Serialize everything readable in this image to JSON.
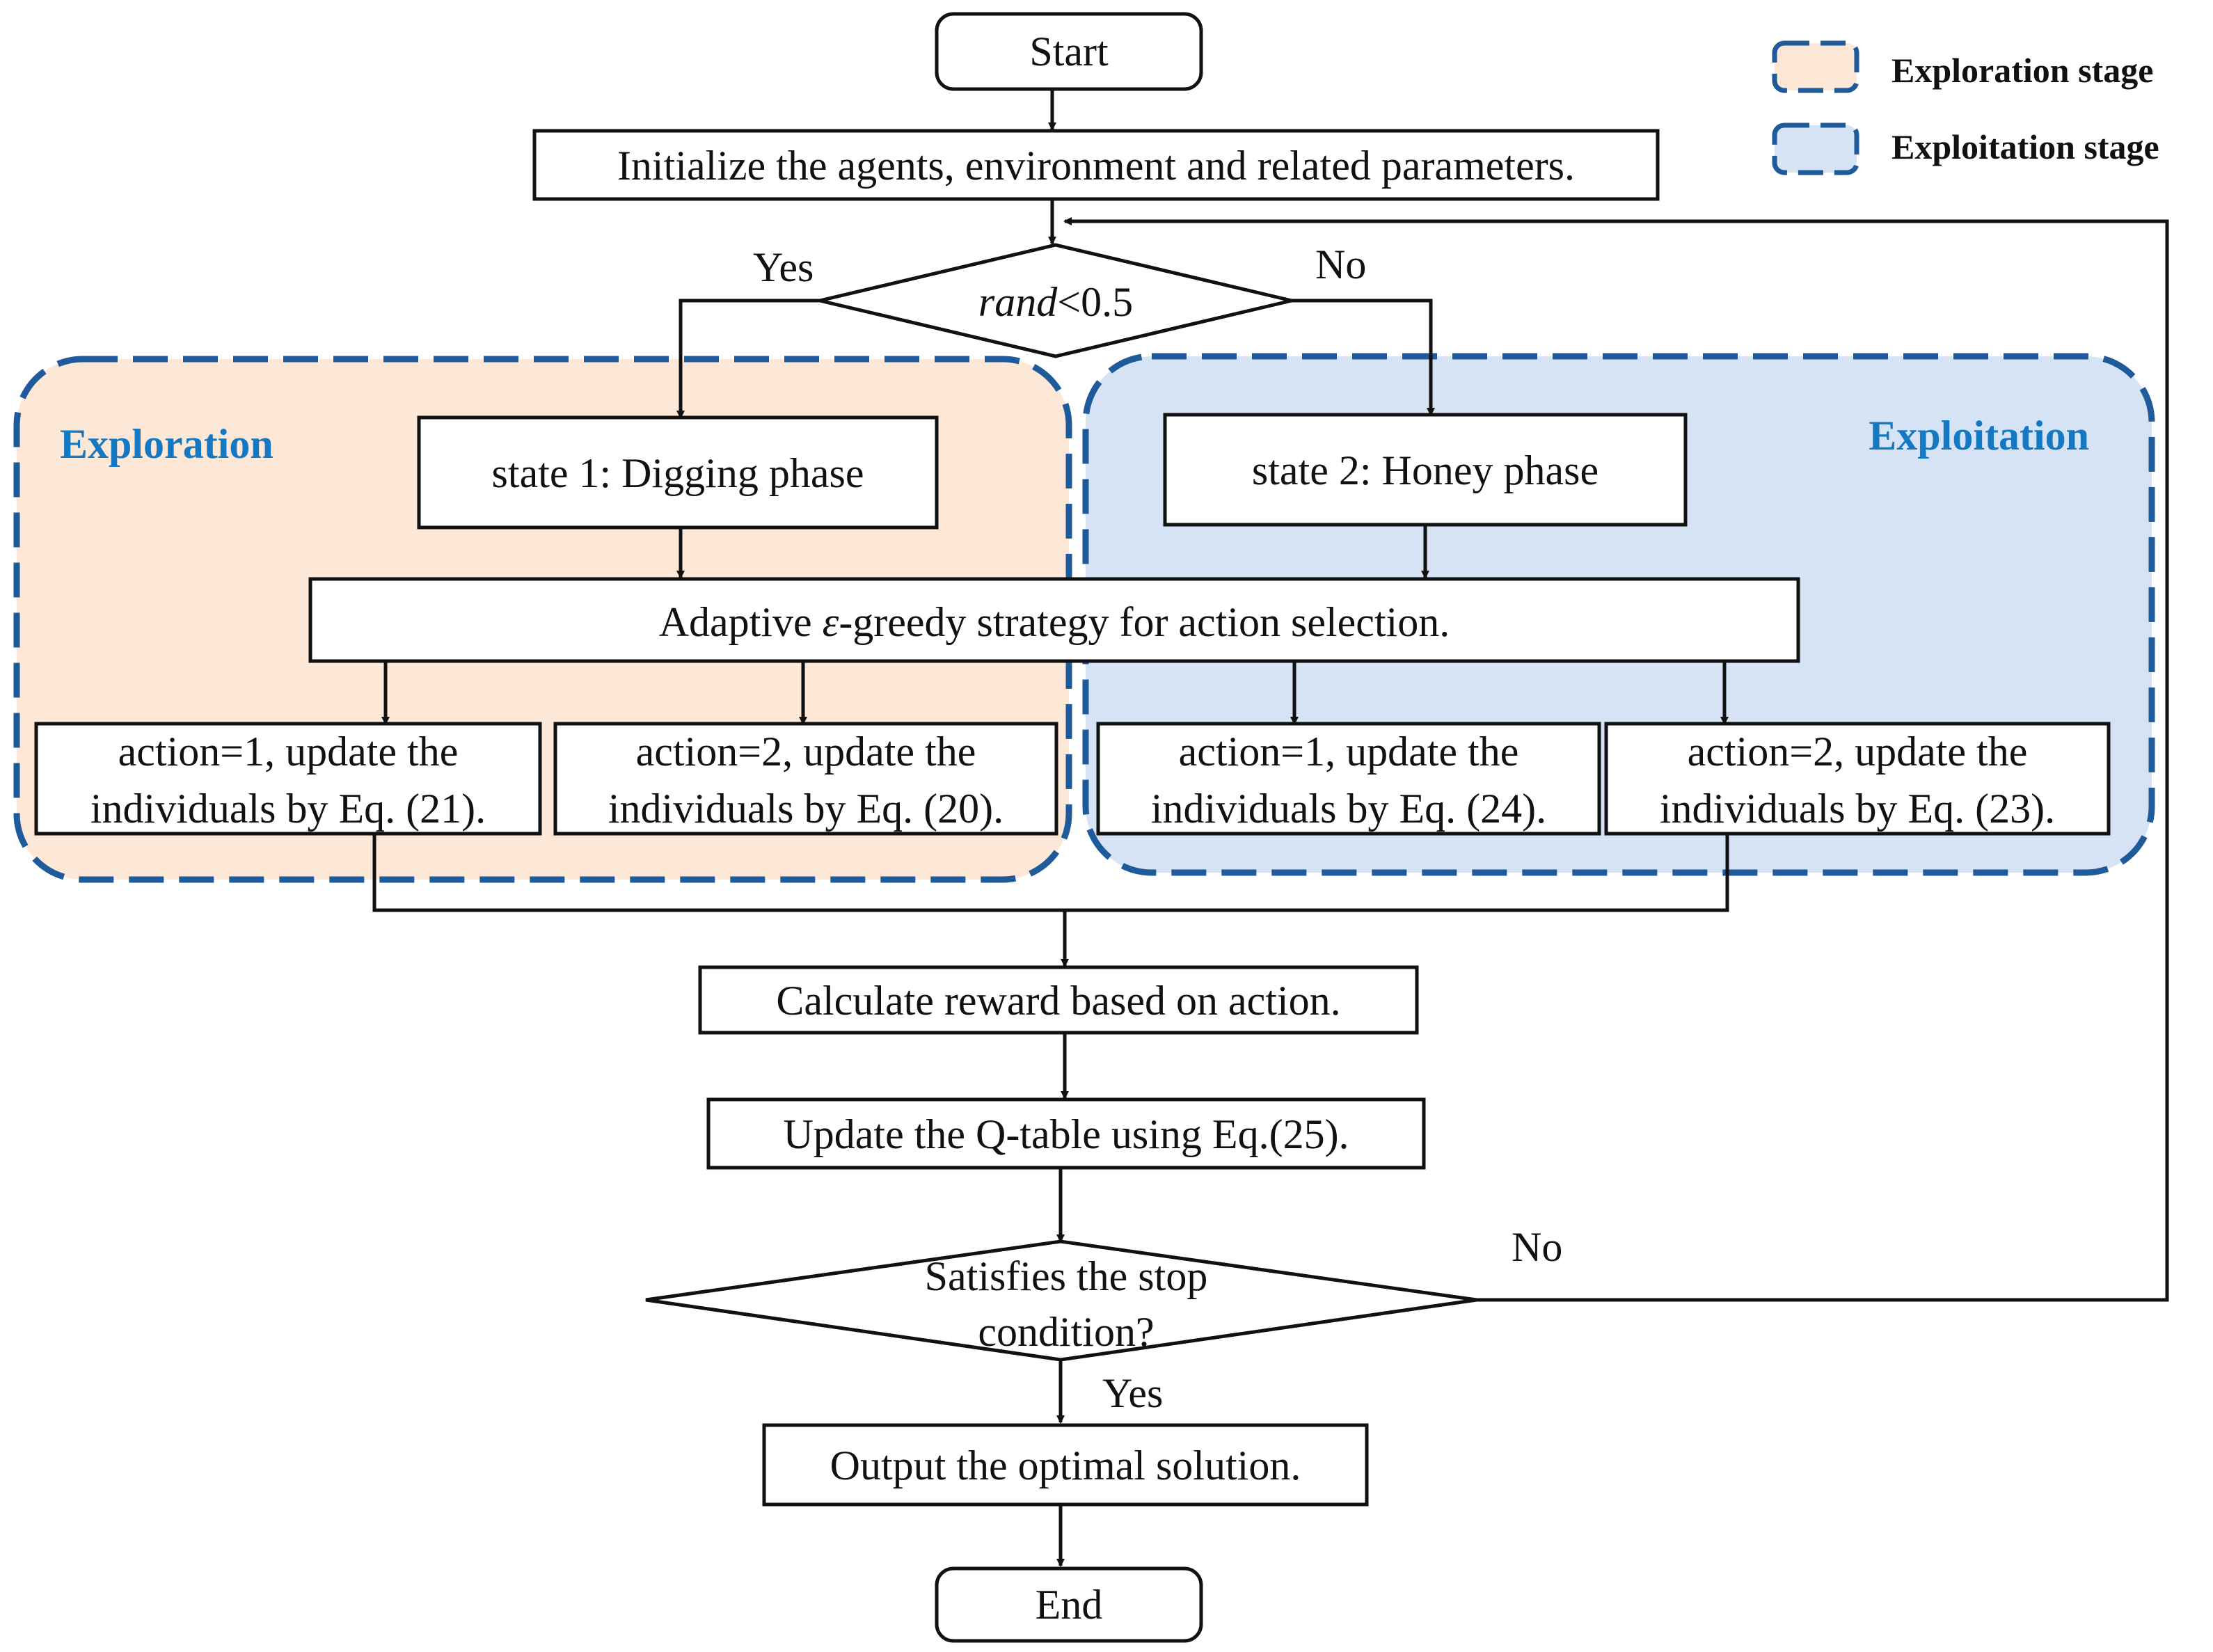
{
  "colors": {
    "exploration_fill": "#fde7d6",
    "exploitation_fill": "#d6e3f4",
    "region_border": "#1f5a9a",
    "region_title": "#1479c2",
    "box_stroke": "#111111"
  },
  "legend": {
    "exploration": "Exploration stage",
    "exploitation": "Exploitation stage"
  },
  "regions": {
    "exploration_title": "Exploration",
    "exploitation_title": "Exploitation"
  },
  "nodes": {
    "start": "Start",
    "init": "Initialize the agents, environment and related parameters.",
    "decision_rand": {
      "italic": "rand",
      "rest": "<0.5"
    },
    "state1": "state 1: Digging phase",
    "state2": "state 2: Honey phase",
    "adaptive": {
      "before": "Adaptive ",
      "italic": "ε",
      "after": "-greedy strategy for action selection."
    },
    "a1_explore": [
      "action=1, update the",
      "individuals by Eq. (21)."
    ],
    "a2_explore": [
      "action=2, update the",
      "individuals by Eq. (20)."
    ],
    "a1_exploit": [
      "action=1, update the",
      "individuals by Eq. (24)."
    ],
    "a2_exploit": [
      "action=2, update the",
      "individuals by Eq. (23)."
    ],
    "reward": "Calculate reward based on action.",
    "qtable": "Update the Q-table using Eq.(25).",
    "stop": [
      "Satisfies the stop",
      "condition?"
    ],
    "output": "Output the optimal solution.",
    "end": "End"
  },
  "edge_labels": {
    "rand_yes": "Yes",
    "rand_no": "No",
    "stop_no": "No",
    "stop_yes": "Yes"
  }
}
